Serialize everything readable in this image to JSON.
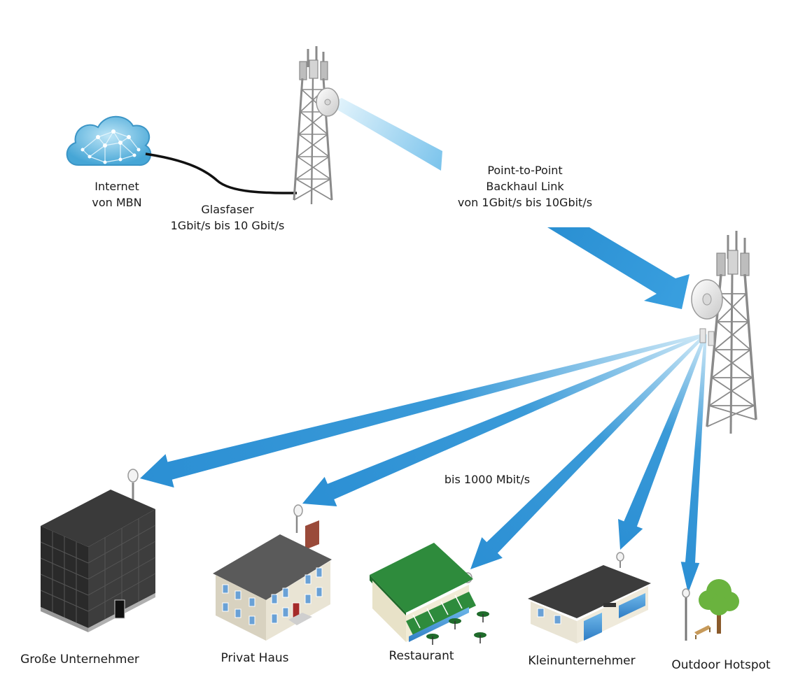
{
  "labels": {
    "internet": [
      "Internet",
      "von MBN"
    ],
    "fiber": [
      "Glasfaser",
      "1Gbit/s bis 10 Gbit/s"
    ],
    "backhaul": [
      "Point-to-Point",
      "Backhaul Link",
      "von 1Gbit/s bis 10Gbit/s"
    ],
    "access_speed": "bis 1000 Mbit/s"
  },
  "endpoints": [
    {
      "label": "Große Unternehmer"
    },
    {
      "label": "Privat Haus"
    },
    {
      "label": "Restaurant"
    },
    {
      "label": "Kleinunternehmer"
    },
    {
      "label": "Outdoor Hotspot"
    }
  ],
  "colors": {
    "beam": "#3a9ad8",
    "beam_light": "#cfe9f7",
    "cloud": "#5cb6e0",
    "tower": "#8f8f8f",
    "cable": "#111111",
    "roof_green": "#2e8b3c",
    "building_dark": "#2d2d2d",
    "roof_gray": "#5a5a5a",
    "tree": "#6ab33e"
  }
}
